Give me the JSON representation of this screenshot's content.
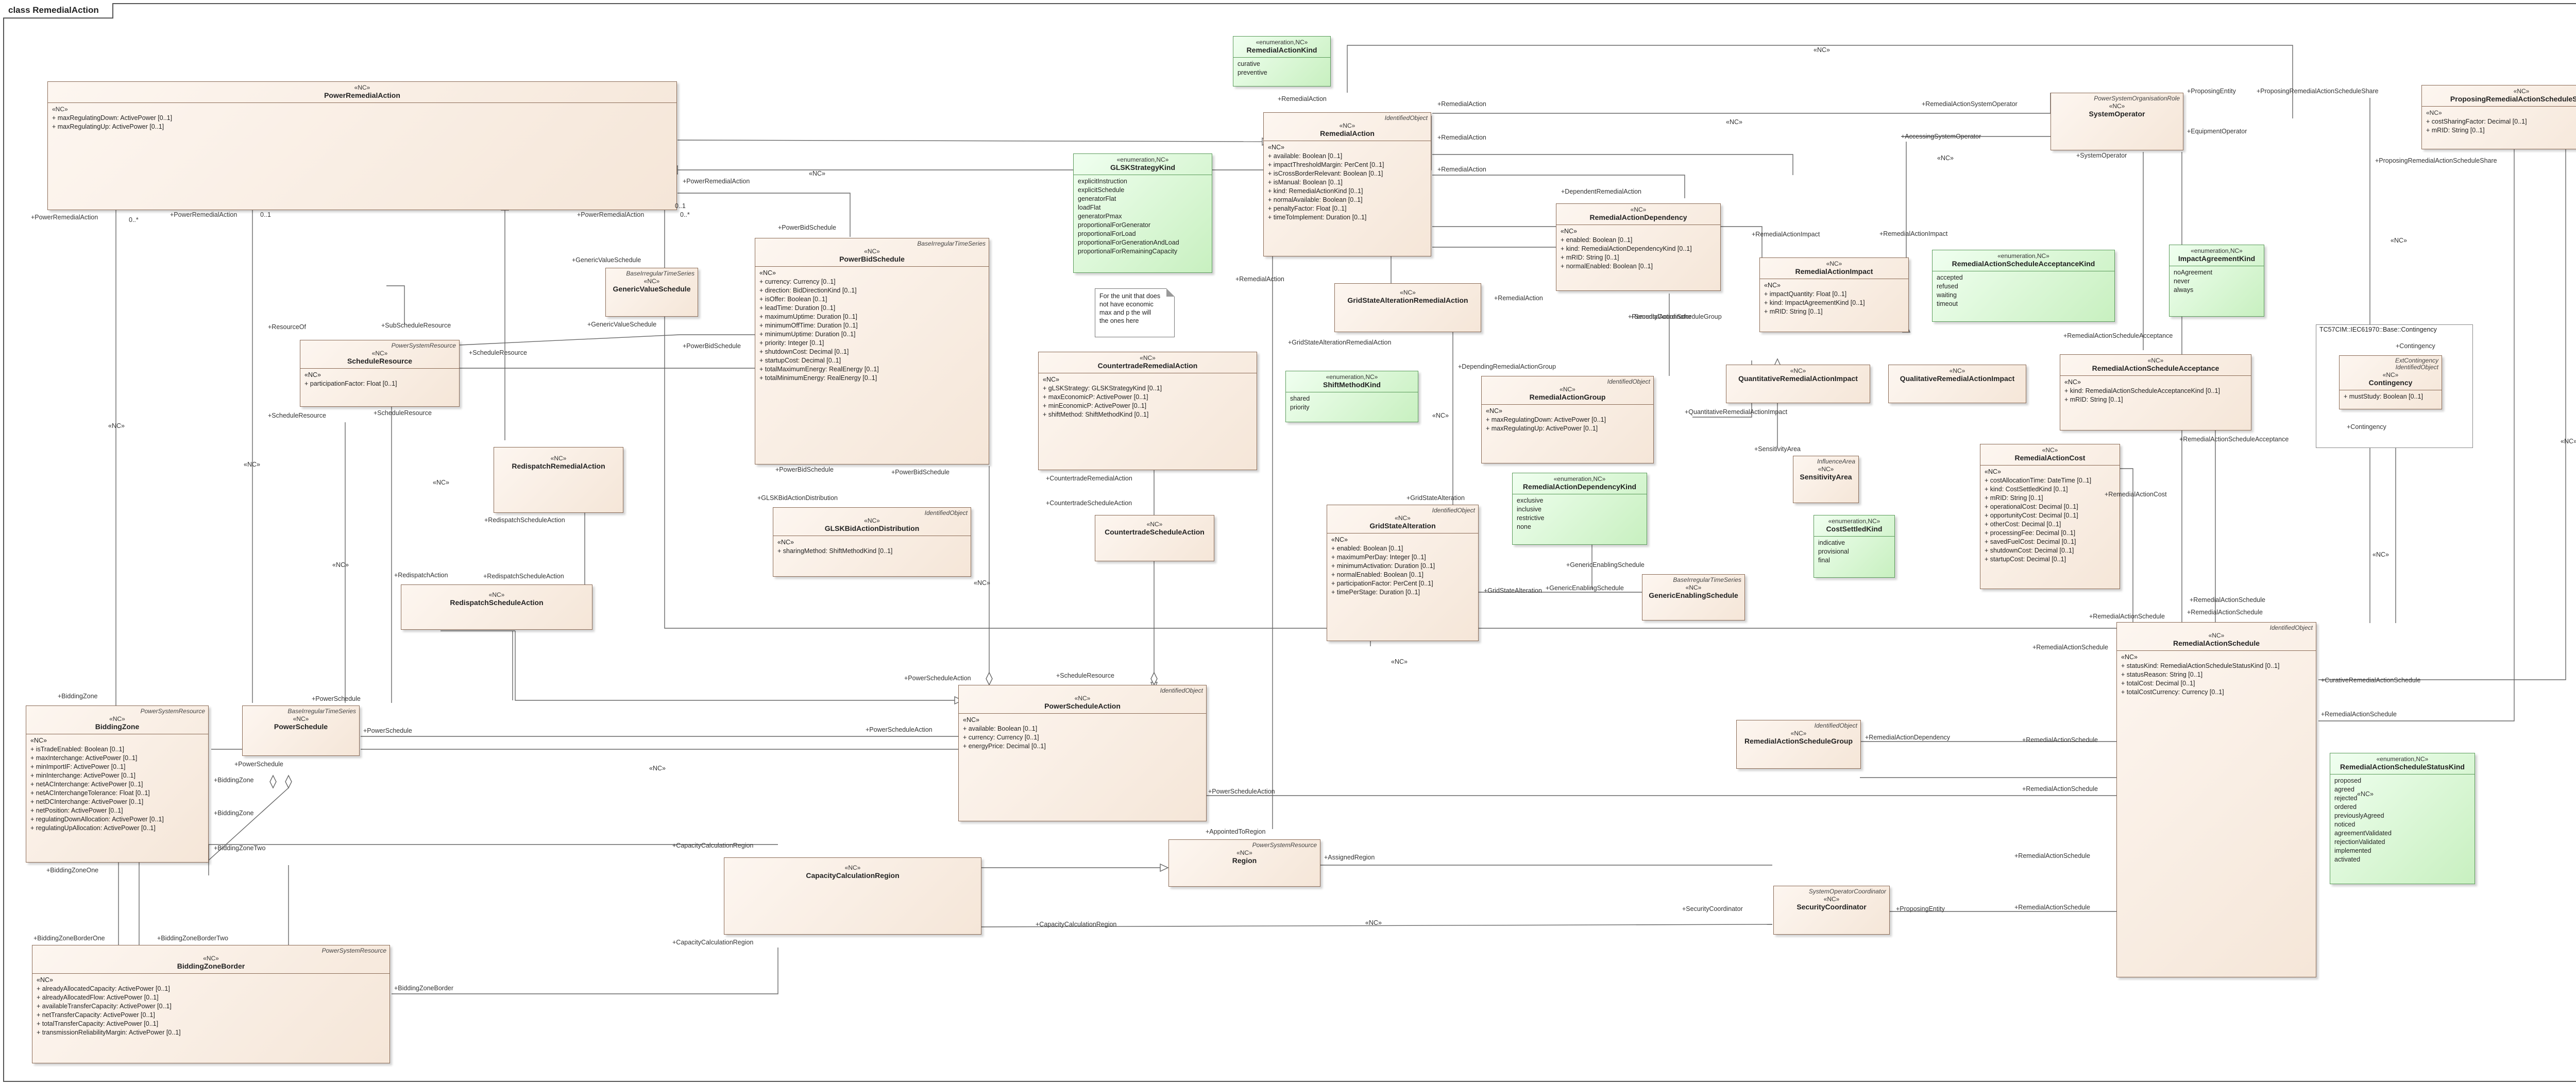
{
  "title": "class RemedialAction",
  "classes": {
    "power_remedial_action": {
      "stereo": "«NC»",
      "name": "PowerRemedialAction",
      "attrs": [
        "+   maxRegulatingDown: ActivePower [0..1]",
        "+   maxRegulatingUp: ActivePower [0..1]"
      ]
    },
    "remedial_action_kind": {
      "stereo": "«enumeration,NC»",
      "name": "RemedialActionKind",
      "attrs": [
        "curative",
        "preventive"
      ]
    },
    "remedial_action": {
      "parent": "IdentifiedObject",
      "stereo": "«NC»",
      "name": "RemedialAction",
      "attrs": [
        "«NC»",
        "+   available: Boolean [0..1]",
        "+   impactThresholdMargin: PerCent [0..1]",
        "+   isCrossBorderRelevant: Boolean [0..1]",
        "+   isManual: Boolean [0..1]",
        "+   kind: RemedialActionKind [0..1]",
        "+   normalAvailable: Boolean [0..1]",
        "+   penaltyFactor: Float [0..1]",
        "+   timeToImplement: Duration [0..1]"
      ]
    },
    "gsk_strategy_kind": {
      "stereo": "«enumeration,NC»",
      "name": "GLSKStrategyKind",
      "attrs": [
        "explicitInstruction",
        "explicitSchedule",
        "generatorFlat",
        "loadFlat",
        "generatorPmax",
        "proportionalForGenerator",
        "proportionalForLoad",
        "proportionalForGenerationAndLoad",
        "proportionalForRemainingCapacity"
      ]
    },
    "system_operator": {
      "parent": "PowerSystemOrganisationRole",
      "stereo": "«NC»",
      "name": "SystemOperator",
      "attrs": []
    },
    "proposing_share": {
      "stereo": "«NC»",
      "name": "ProposingRemedialActionScheduleShare",
      "attrs": [
        "+   costSharingFactor: Decimal [0..1]",
        "+   mRID: String [0..1]"
      ]
    },
    "power_bid_schedule": {
      "parent": "BaseIrregularTimeSeries",
      "stereo": "«NC»",
      "name": "PowerBidSchedule",
      "attrs": [
        "«NC»",
        "+   currency: Currency [0..1]",
        "+   direction: BidDirectionKind [0..1]",
        "+   isOffer: Boolean [0..1]",
        "+   leadTime: Duration [0..1]",
        "+   maximumUptime: Duration [0..1]",
        "+   minimumOffTime: Duration [0..1]",
        "+   minimumUptime: Duration [0..1]",
        "+   priority: Integer [0..1]",
        "+   shutdownCost: Decimal [0..1]",
        "+   startupCost: Decimal [0..1]",
        "+   totalMaximumEnergy: RealEnergy [0..1]",
        "+   totalMinimumEnergy: RealEnergy [0..1]"
      ]
    },
    "generic_value_schedule": {
      "parent": "BaseIrregularTimeSeries",
      "stereo": "«NC»",
      "name": "GenericValueSchedule",
      "attrs": []
    },
    "schedule_resource": {
      "parent": "PowerSystemResource",
      "stereo": "«NC»",
      "name": "ScheduleResource",
      "attrs": [
        "«NC»",
        "+   participationFactor: Float [0..1]"
      ]
    },
    "remedial_action_dependency": {
      "stereo": "«NC»",
      "name": "RemedialActionDependency",
      "attrs": [
        "«NC»",
        "+   enabled: Boolean [0..1]",
        "+   kind: RemedialActionDependencyKind [0..1]",
        "+   mRID: String [0..1]",
        "+   normalEnabled: Boolean [0..1]"
      ]
    },
    "remedial_action_impact": {
      "stereo": "«NC»",
      "name": "RemedialActionImpact",
      "attrs": [
        "«NC»",
        "+   impactQuantity: Float [0..1]",
        "+   kind: ImpactAgreementKind [0..1]",
        "+   mRID: String [0..1]"
      ]
    },
    "schedule_acceptance_kind": {
      "stereo": "«enumeration,NC»",
      "name": "RemedialActionScheduleAcceptanceKind",
      "attrs": [
        "accepted",
        "refused",
        "waiting",
        "timeout"
      ]
    },
    "impact_agreement_kind": {
      "stereo": "«enumeration,NC»",
      "name": "ImpactAgreementKind",
      "attrs": [
        "noAgreement",
        "never",
        "always"
      ]
    },
    "grid_state_alteration_ra": {
      "stereo": "«NC»",
      "name": "GridStateAlterationRemedialAction",
      "attrs": []
    },
    "countertrade_ra": {
      "stereo": "«NC»",
      "name": "CountertradeRemedialAction",
      "attrs": [
        "«NC»",
        "+   gLSKStrategy: GLSKStrategyKind [0..1]",
        "+   maxEconomicP: ActivePower [0..1]",
        "+   minEconomicP: ActivePower [0..1]",
        "+   shiftMethod: ShiftMethodKind [0..1]"
      ]
    },
    "shift_method_kind": {
      "stereo": "«enumeration,NC»",
      "name": "ShiftMethodKind",
      "attrs": [
        "shared",
        "priority"
      ]
    },
    "remedial_action_group": {
      "parent": "IdentifiedObject",
      "stereo": "«NC»",
      "name": "RemedialActionGroup",
      "attrs": [
        "«NC»",
        "+   maxRegulatingDown: ActivePower [0..1]",
        "+   maxRegulatingUp: ActivePower [0..1]"
      ]
    },
    "quantitative_impact": {
      "stereo": "«NC»",
      "name": "QuantitativeRemedialActionImpact",
      "attrs": []
    },
    "qualitative_impact": {
      "stereo": "«NC»",
      "name": "QualitativeRemedialActionImpact",
      "attrs": []
    },
    "schedule_acceptance": {
      "stereo": "«NC»",
      "name": "RemedialActionScheduleAcceptance",
      "attrs": [
        "«NC»",
        "+   kind: RemedialActionScheduleAcceptanceKind [0..1]",
        "+   mRID: String [0..1]"
      ]
    },
    "contingency": {
      "parent": "ExtContingency IdentifiedObject",
      "stereo": "«NC»",
      "name": "Contingency",
      "attrs": [
        "+   mustStudy: Boolean [0..1]"
      ]
    },
    "redispatch_ra": {
      "stereo": "«NC»",
      "name": "RedispatchRemedialAction",
      "attrs": []
    },
    "gsk_bid_action_distribution": {
      "parent": "IdentifiedObject",
      "stereo": "«NC»",
      "name": "GLSKBidActionDistribution",
      "attrs": [
        "«NC»",
        "+   sharingMethod: ShiftMethodKind [0..1]"
      ]
    },
    "remedial_action_dependency_kind": {
      "stereo": "«enumeration,NC»",
      "name": "RemedialActionDependencyKind",
      "attrs": [
        "exclusive",
        "inclusive",
        "restrictive",
        "none"
      ]
    },
    "sensitivity_area": {
      "parent": "InfluenceArea",
      "stereo": "«NC»",
      "name": "SensitivityArea",
      "attrs": []
    },
    "remedial_action_cost": {
      "stereo": "«NC»",
      "name": "RemedialActionCost",
      "attrs": [
        "«NC»",
        "+   costAllocationTime: DateTime [0..1]",
        "+   kind: CostSettledKind [0..1]",
        "+   mRID: String [0..1]",
        "+   operationalCost: Decimal [0..1]",
        "+   opportunityCost: Decimal [0..1]",
        "+   otherCost: Decimal [0..1]",
        "+   processingFee: Decimal [0..1]",
        "+   savedFuelCost: Decimal [0..1]",
        "+   shutdownCost: Decimal [0..1]",
        "+   startupCost: Decimal [0..1]"
      ]
    },
    "cost_settled_kind": {
      "stereo": "«enumeration,NC»",
      "name": "CostSettledKind",
      "attrs": [
        "indicative",
        "provisional",
        "final"
      ]
    },
    "countertrade_schedule_action": {
      "stereo": "«NC»",
      "name": "CountertradeScheduleAction",
      "attrs": []
    },
    "grid_state_alteration": {
      "parent": "IdentifiedObject",
      "stereo": "«NC»",
      "name": "GridStateAlteration",
      "attrs": [
        "«NC»",
        "+   enabled: Boolean [0..1]",
        "+   maximumPerDay: Integer [0..1]",
        "+   minimumActivation: Duration [0..1]",
        "+   normalEnabled: Boolean [0..1]",
        "+   participationFactor: PerCent [0..1]",
        "+   timePerStage: Duration [0..1]"
      ]
    },
    "generic_enabling_schedule": {
      "parent": "BaseIrregularTimeSeries",
      "stereo": "«NC»",
      "name": "GenericEnablingSchedule",
      "attrs": []
    },
    "redispatch_schedule_action": {
      "stereo": "«NC»",
      "name": "RedispatchScheduleAction",
      "attrs": []
    },
    "remedial_action_schedule": {
      "parent": "IdentifiedObject",
      "stereo": "«NC»",
      "name": "RemedialActionSchedule",
      "attrs": [
        "«NC»",
        "+   statusKind: RemedialActionScheduleStatusKind [0..1]",
        "+   statusReason: String [0..1]",
        "+   totalCost: Decimal [0..1]",
        "+   totalCostCurrency: Currency [0..1]"
      ]
    },
    "bidding_zone": {
      "parent": "PowerSystemResource",
      "stereo": "«NC»",
      "name": "BiddingZone",
      "attrs": [
        "«NC»",
        "+   isTradeEnabled: Boolean [0..1]",
        "+   maxInterchange: ActivePower [0..1]",
        "+   minImportIF: ActivePower [0..1]",
        "+   minInterchange: ActivePower [0..1]",
        "+   netACInterchange: ActivePower [0..1]",
        "+   netACInterchangeTolerance: Float [0..1]",
        "+   netDCInterchange: ActivePower [0..1]",
        "+   netPosition: ActivePower [0..1]",
        "+   regulatingDownAllocation: ActivePower [0..1]",
        "+   regulatingUpAllocation: ActivePower [0..1]"
      ]
    },
    "power_schedule": {
      "parent": "BaseIrregularTimeSeries",
      "stereo": "«NC»",
      "name": "PowerSchedule",
      "attrs": []
    },
    "power_schedule_action": {
      "parent": "IdentifiedObject",
      "stereo": "«NC»",
      "name": "PowerScheduleAction",
      "attrs": [
        "«NC»",
        "+   available: Boolean [0..1]",
        "+   currency: Currency [0..1]",
        "+   energyPrice: Decimal [0..1]"
      ]
    },
    "schedule_group": {
      "parent": "IdentifiedObject",
      "stereo": "«NC»",
      "name": "RemedialActionScheduleGroup",
      "attrs": []
    },
    "schedule_status_kind": {
      "stereo": "«enumeration,NC»",
      "name": "RemedialActionScheduleStatusKind",
      "attrs": [
        "proposed",
        "agreed",
        "rejected",
        "ordered",
        "previouslyAgreed",
        "noticed",
        "agreementValidated",
        "rejectionValidated",
        "implemented",
        "activated"
      ]
    },
    "capacity_calculation_region": {
      "stereo": "«NC»",
      "name": "CapacityCalculationRegion",
      "attrs": []
    },
    "region": {
      "parent": "PowerSystemResource",
      "stereo": "«NC»",
      "name": "Region",
      "attrs": []
    },
    "security_coordinator": {
      "parent": "SystemOperatorCoordinator",
      "stereo": "«NC»",
      "name": "SecurityCoordinator",
      "attrs": []
    },
    "bidding_zone_border": {
      "parent": "PowerSystemResource",
      "stereo": "«NC»",
      "name": "BiddingZoneBorder",
      "attrs": [
        "«NC»",
        "+   alreadyAllocatedCapacity: ActivePower [0..1]",
        "+   alreadyAllocatedFlow: ActivePower [0..1]",
        "+   availableTransferCapacity: ActivePower [0..1]",
        "+   netTransferCapacity: ActivePower [0..1]",
        "+   totalTransferCapacity: ActivePower [0..1]",
        "+   transmissionReliabilityMargin: ActivePower [0..1]"
      ]
    }
  },
  "note": [
    "For the unit that does",
    "not have economic",
    "max and p the will",
    "the ones here"
  ],
  "package_title": "TC57CIM::IEC61970::Base::Contingency",
  "labels": [
    "+RemedialAction",
    "«NC»",
    "+PowerRemedialAction",
    "0..*",
    "0..1",
    "+PowerBidSchedule",
    "+GenericValueSchedule",
    "+ResourceOf",
    "0..*",
    "+SubScheduleResource",
    "+ScheduleResource",
    "+GLSKBidActionDistribution",
    "+CountertradeScheduleAction",
    "+RemedialActionSystemOperator",
    "+AccessingSystemOperator",
    "+SystemOperator",
    "+ProposingEntity",
    "+ProposingRemedialActionScheduleShare",
    "+EquipmentOperator",
    "+DependentRemedialAction",
    "+DependingRemedialActionGroup",
    "+RemedialActionImpact",
    "+QuantitativeRemedialActionImpact",
    "+SensitivityArea",
    "+RemedialActionCost",
    "+RemedialActionScheduleAcceptance",
    "+Contingency",
    "+CurativeRemedialActionSchedule",
    "+RemedialActionSchedule",
    "+GridStateAlteration",
    "+GenericEnablingSchedule",
    "+GridStateAlterationRemedialAction",
    "+CountertradeRemedialAction",
    "+RedispatchAction",
    "+RedispatchScheduleAction",
    "+PowerScheduleAction",
    "+PowerSchedule",
    "+BiddingZone",
    "+BiddingZoneOne",
    "+BiddingZoneTwo",
    "+BiddingZoneBorderOne",
    "+BiddingZoneBorderTwo",
    "+BiddingZoneBorder",
    "+CapacityCalculationRegion",
    "+AppointedToRegion",
    "+AssignedRegion",
    "+SecurityCoordinator",
    "+RemedialActionScheduleGroup",
    "+RemedialActionDependency",
    "+ScheduleResource",
    "+PowerScheduleAction"
  ]
}
